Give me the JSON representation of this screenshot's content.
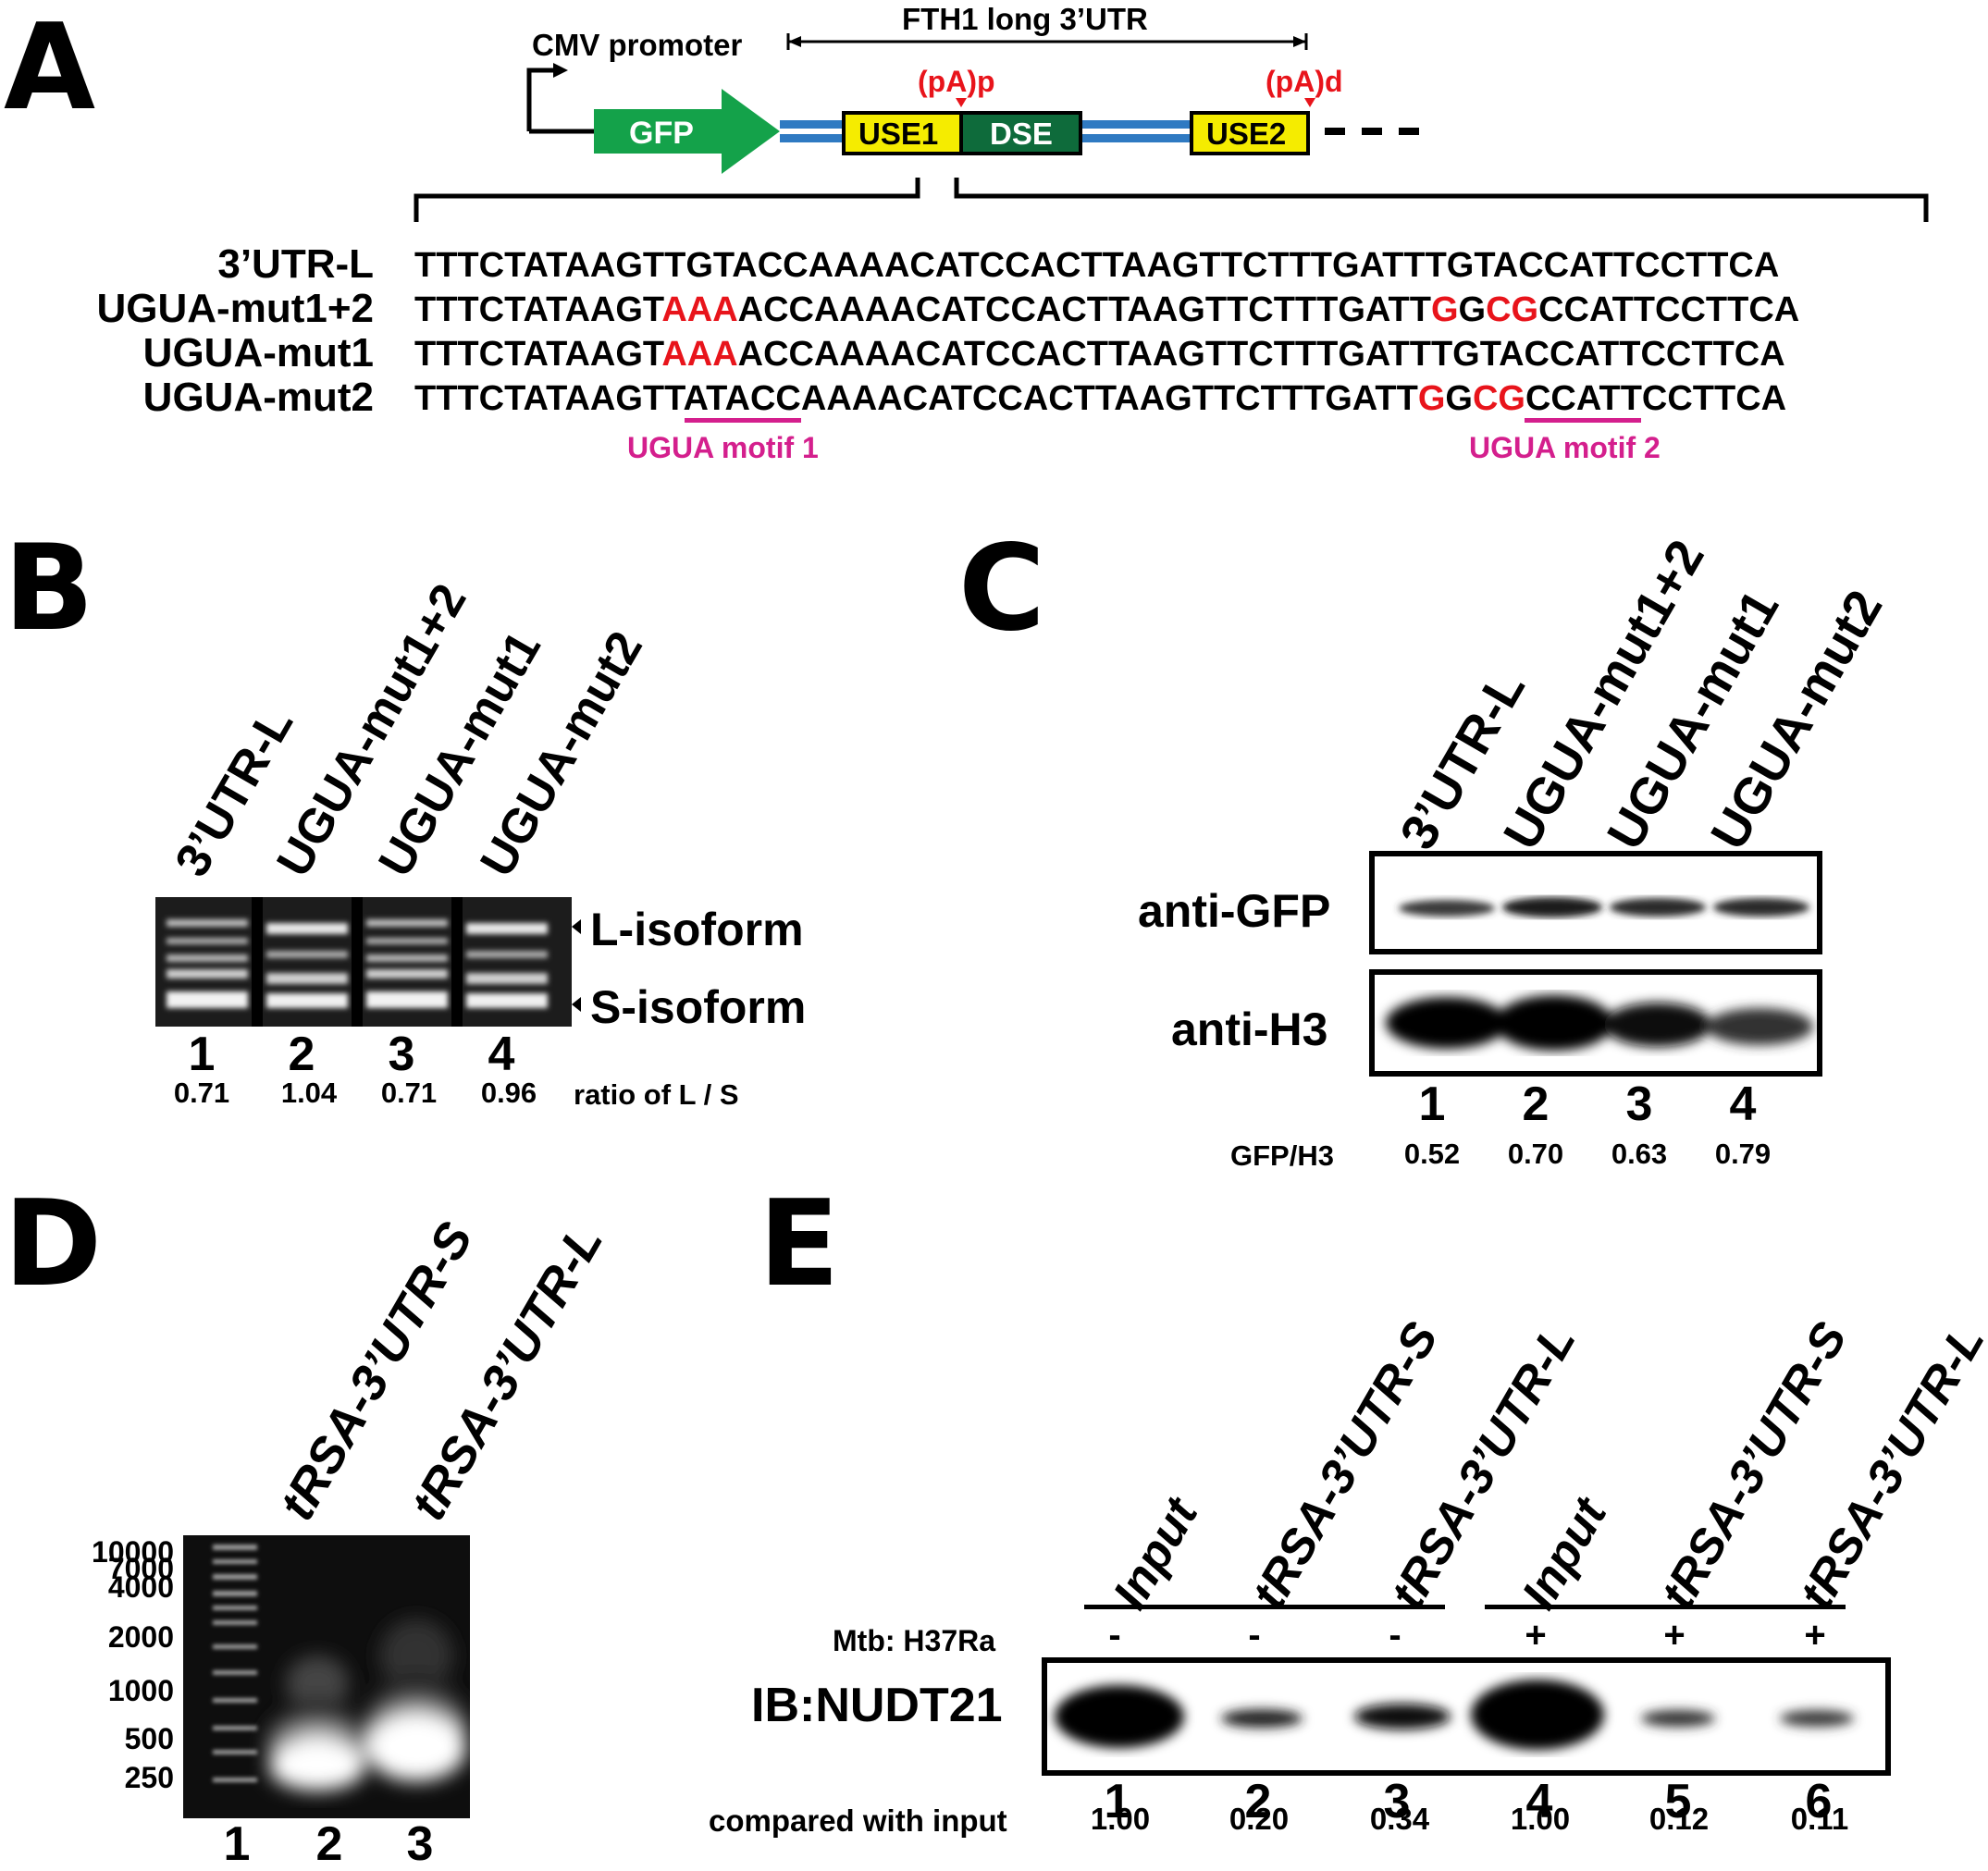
{
  "panels": {
    "a": "A",
    "b": "B",
    "c": "C",
    "d": "D",
    "e": "E"
  },
  "construct": {
    "promoter": "CMV promoter",
    "utr_label": "FTH1 long 3’UTR",
    "gfp": "GFP",
    "use1": "USE1",
    "dse": "DSE",
    "use2": "USE2",
    "pa_p": "(pA)p",
    "pa_d": "(pA)d",
    "colors": {
      "gfp": "#14a24a",
      "use": "#f5ec00",
      "dse": "#0e6b3b",
      "line": "#2f7ac2",
      "red": "#e8141b",
      "motif": "#d41f8d"
    }
  },
  "sequences": [
    {
      "label": "3’UTR-L",
      "parts": [
        {
          "t": "TTTCTATAAGTTGTACCAAAACATCCACTTAAGTTCTTTGATTTGTACCATTCCTTCA"
        }
      ]
    },
    {
      "label": "UGUA-mut1+2",
      "parts": [
        {
          "t": "TTTCTATAAGT"
        },
        {
          "t": "AAA",
          "red": true
        },
        {
          "t": "ACCAAAACATCCACTTAAGTTCTTTGATT"
        },
        {
          "t": "G",
          "red": true
        },
        {
          "t": "G"
        },
        {
          "t": "CG",
          "red": true
        },
        {
          "t": "CCATTCCTTCA"
        }
      ]
    },
    {
      "label": "UGUA-mut1",
      "parts": [
        {
          "t": "TTTCTATAAGT"
        },
        {
          "t": "AAA",
          "red": true
        },
        {
          "t": "ACCAAAACATCCACTTAAGTTCTTTGATTTGTACCATTCCTTCA"
        }
      ]
    },
    {
      "label": "UGUA-mut2",
      "parts": [
        {
          "t": "TTTCTATAAGTTATACCAAAACATCCACTTAAGTTCTTTGATT"
        },
        {
          "t": "G",
          "red": true
        },
        {
          "t": "G"
        },
        {
          "t": "CG",
          "red": true
        },
        {
          "t": "CCATTCCTTCA"
        }
      ]
    }
  ],
  "motifs": {
    "m1": "UGUA motif 1",
    "m2": "UGUA motif 2"
  },
  "panel_b": {
    "lanes": [
      "3’UTR-L",
      "UGUA-mut1+2",
      "UGUA-mut1",
      "UGUA-mut2"
    ],
    "numbers": [
      "1",
      "2",
      "3",
      "4"
    ],
    "values": [
      "0.71",
      "1.04",
      "0.71",
      "0.96"
    ],
    "value_label": "ratio of L / S",
    "l_label": "L-isoform",
    "s_label": "S-isoform"
  },
  "panel_c": {
    "lanes": [
      "3’UTR-L",
      "UGUA-mut1+2",
      "UGUA-mut1",
      "UGUA-mut2"
    ],
    "row1": "anti-GFP",
    "row2": "anti-H3",
    "numbers": [
      "1",
      "2",
      "3",
      "4"
    ],
    "value_label": "GFP/H3",
    "values": [
      "0.52",
      "0.70",
      "0.63",
      "0.79"
    ]
  },
  "panel_d": {
    "lanes": [
      "tRSA-3’UTR-S",
      "tRSA-3’UTR-L"
    ],
    "markers": [
      "10000",
      "7000",
      "4000",
      "2000",
      "1000",
      "500",
      "250"
    ],
    "numbers": [
      "1",
      "2",
      "3"
    ]
  },
  "panel_e": {
    "lanes": [
      "Input",
      "tRSA-3’UTR-S",
      "tRSA-3’UTR-L",
      "Input",
      "tRSA-3’UTR-S",
      "tRSA-3’UTR-L"
    ],
    "mtb_label": "Mtb: H37Ra",
    "mtb": [
      "-",
      "-",
      "-",
      "+",
      "+",
      "+"
    ],
    "ib_label": "IB:NUDT21",
    "numbers": [
      "1",
      "2",
      "3",
      "4",
      "5",
      "6"
    ],
    "value_label": "compared with input",
    "values": [
      "1.00",
      "0.20",
      "0.34",
      "1.00",
      "0.12",
      "0.11"
    ]
  }
}
